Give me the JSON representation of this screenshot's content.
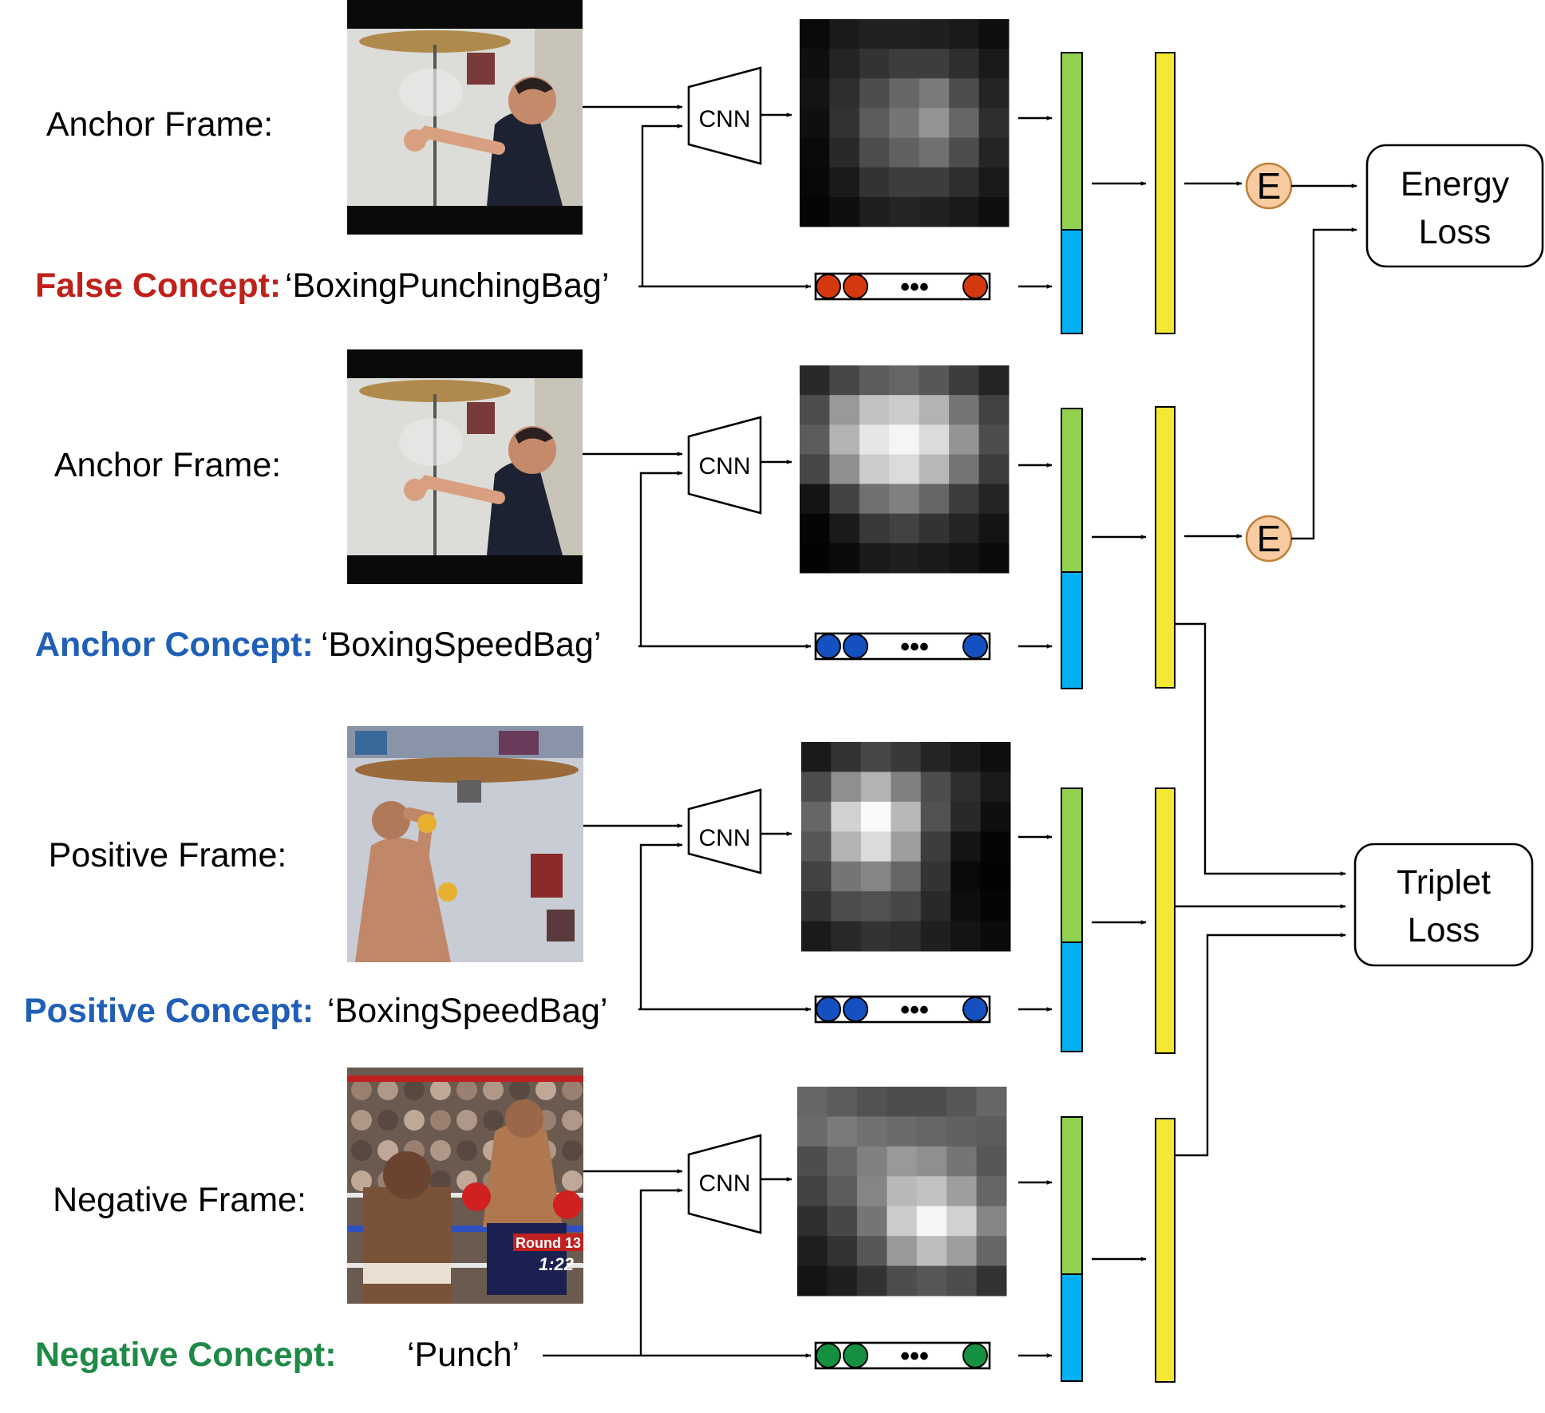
{
  "rows": [
    {
      "frame_label": "Anchor Frame:",
      "concept_key": "False Concept:",
      "concept_value": "‘BoxingPunchingBag’",
      "concept_color": "#c0201a",
      "dot_color": "#d4380e",
      "cnn_label": "CNN",
      "ellipsis": "•••",
      "scene": "speedbag-man-dark-shirt",
      "heatmap": [
        [
          0.04,
          0.1,
          0.13,
          0.13,
          0.12,
          0.1,
          0.06
        ],
        [
          0.06,
          0.14,
          0.2,
          0.24,
          0.24,
          0.18,
          0.1
        ],
        [
          0.08,
          0.18,
          0.3,
          0.4,
          0.48,
          0.3,
          0.14
        ],
        [
          0.06,
          0.2,
          0.36,
          0.46,
          0.58,
          0.4,
          0.18
        ],
        [
          0.04,
          0.16,
          0.3,
          0.38,
          0.44,
          0.3,
          0.14
        ],
        [
          0.03,
          0.1,
          0.2,
          0.24,
          0.24,
          0.18,
          0.1
        ],
        [
          0.02,
          0.06,
          0.12,
          0.14,
          0.13,
          0.1,
          0.06
        ]
      ]
    },
    {
      "frame_label": "Anchor Frame:",
      "concept_key": "Anchor Concept:",
      "concept_value": "‘BoxingSpeedBag’",
      "concept_color": "#1f5fb8",
      "dot_color": "#1550c0",
      "cnn_label": "CNN",
      "ellipsis": "•••",
      "scene": "speedbag-man-dark-shirt",
      "heatmap": [
        [
          0.16,
          0.28,
          0.36,
          0.4,
          0.34,
          0.24,
          0.14
        ],
        [
          0.3,
          0.6,
          0.76,
          0.8,
          0.7,
          0.46,
          0.26
        ],
        [
          0.36,
          0.7,
          0.9,
          0.96,
          0.86,
          0.58,
          0.3
        ],
        [
          0.28,
          0.56,
          0.8,
          0.86,
          0.72,
          0.46,
          0.24
        ],
        [
          0.08,
          0.26,
          0.44,
          0.5,
          0.4,
          0.24,
          0.14
        ],
        [
          0.02,
          0.1,
          0.22,
          0.26,
          0.2,
          0.14,
          0.08
        ],
        [
          0.01,
          0.04,
          0.1,
          0.12,
          0.1,
          0.08,
          0.04
        ]
      ]
    },
    {
      "frame_label": "Positive Frame:",
      "concept_key": "Positive Concept:",
      "concept_value": "‘BoxingSpeedBag’",
      "concept_color": "#1f5fb8",
      "dot_color": "#1550c0",
      "cnn_label": "CNN",
      "ellipsis": "•••",
      "scene": "speedbag-man-shirtless",
      "heatmap": [
        [
          0.1,
          0.2,
          0.28,
          0.22,
          0.14,
          0.1,
          0.06
        ],
        [
          0.3,
          0.56,
          0.7,
          0.5,
          0.3,
          0.18,
          0.1
        ],
        [
          0.4,
          0.82,
          0.98,
          0.72,
          0.32,
          0.16,
          0.06
        ],
        [
          0.34,
          0.7,
          0.86,
          0.62,
          0.24,
          0.08,
          0.02
        ],
        [
          0.26,
          0.46,
          0.52,
          0.4,
          0.2,
          0.04,
          0.01
        ],
        [
          0.2,
          0.3,
          0.32,
          0.28,
          0.16,
          0.06,
          0.02
        ],
        [
          0.1,
          0.16,
          0.2,
          0.18,
          0.12,
          0.08,
          0.04
        ]
      ]
    },
    {
      "frame_label": "Negative Frame:",
      "concept_key": "Negative Concept:",
      "concept_value": "‘Punch’",
      "concept_color": "#1e8a46",
      "dot_color": "#149040",
      "cnn_label": "CNN",
      "ellipsis": "•••",
      "scene": "boxing-ring",
      "heatmap": [
        [
          0.4,
          0.36,
          0.32,
          0.3,
          0.3,
          0.34,
          0.4
        ],
        [
          0.42,
          0.48,
          0.44,
          0.42,
          0.4,
          0.38,
          0.36
        ],
        [
          0.3,
          0.4,
          0.5,
          0.6,
          0.56,
          0.46,
          0.34
        ],
        [
          0.26,
          0.36,
          0.52,
          0.72,
          0.76,
          0.62,
          0.4
        ],
        [
          0.18,
          0.28,
          0.46,
          0.8,
          0.96,
          0.82,
          0.52
        ],
        [
          0.12,
          0.2,
          0.34,
          0.6,
          0.74,
          0.62,
          0.4
        ],
        [
          0.08,
          0.12,
          0.2,
          0.3,
          0.34,
          0.3,
          0.2
        ]
      ]
    }
  ],
  "energy_node_label": "E",
  "energy_loss": [
    "Energy",
    "Loss"
  ],
  "triplet_loss": [
    "Triplet",
    "Loss"
  ],
  "colors": {
    "visual_feature": "#92d050",
    "concept_feature": "#00b0f0",
    "joint_feature": "#f5e733",
    "energy_node_fill": "#f8cba0",
    "energy_node_stroke": "#c0803a"
  },
  "overlay_text": {
    "round_badge": "Round 13",
    "clock": "1:22"
  }
}
